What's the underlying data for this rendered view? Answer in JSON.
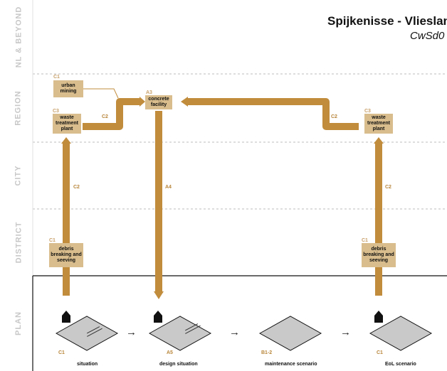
{
  "title": "Spijkenisse - Vlieslan",
  "subtitle": "CwSd0",
  "colors": {
    "flow": "#c18d3d",
    "node": "#d9bd8c",
    "diamond": "#c9c9c9",
    "scale_text": "#c8c8c8",
    "code_text": "#c8a06a"
  },
  "scales": {
    "nl_beyond": "NL & BEYOND",
    "region": "REGION",
    "city": "CITY",
    "district": "DISTRICT",
    "plan": "PLAN"
  },
  "nodes": {
    "urban_mining": {
      "code": "C1",
      "label": "urban mining"
    },
    "waste_plant_left": {
      "code": "C3",
      "label": "waste treatment plant"
    },
    "concrete_facility": {
      "code": "A3",
      "label": "concrete facility"
    },
    "waste_plant_right": {
      "code": "C3",
      "label": "waste treatment plant"
    },
    "debris_left": {
      "code": "C1",
      "label": "debris breaking and seeving"
    },
    "debris_right": {
      "code": "C1",
      "label": "debris breaking and seeving"
    }
  },
  "flows": {
    "c2_left_top": "C2",
    "c2_right_top": "C2",
    "c2_left_vertical": "C2",
    "a4": "A4",
    "c2_right_vertical": "C2"
  },
  "steps": [
    {
      "code": "C1",
      "label": "situation"
    },
    {
      "code": "A5",
      "label": "design situation"
    },
    {
      "code": "B1-2",
      "label": "maintenance scenario"
    },
    {
      "code": "C1",
      "label": "EoL scenario"
    }
  ],
  "icons": {
    "home": "home-icon",
    "arrow": "arrow-right-icon"
  }
}
